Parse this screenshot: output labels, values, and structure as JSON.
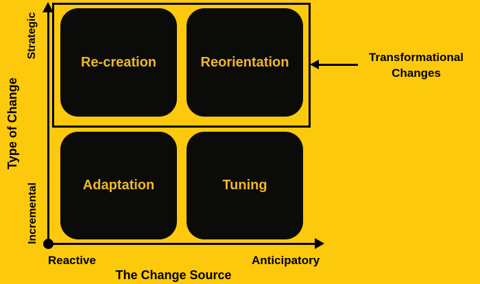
{
  "colors": {
    "background": "#FDC90D",
    "quadrant_fill": "#0B0B09",
    "quadrant_label": "#EFB62C",
    "line_and_text": "#000000"
  },
  "quadrants": [
    {
      "label": "Re-creation",
      "position": "top-left"
    },
    {
      "label": "Reorientation",
      "position": "top-right"
    },
    {
      "label": "Adaptation",
      "position": "bottom-left"
    },
    {
      "label": "Tuning",
      "position": "bottom-right"
    }
  ],
  "y_axis": {
    "title": "Type of Change",
    "top_label": "Strategic",
    "bottom_label": "Incremental"
  },
  "x_axis": {
    "title": "The Change Source",
    "left_label": "Reactive",
    "right_label": "Anticipatory"
  },
  "annotation": {
    "line1": "Transformational",
    "line2": "Changes",
    "points_to": "top row outline"
  }
}
